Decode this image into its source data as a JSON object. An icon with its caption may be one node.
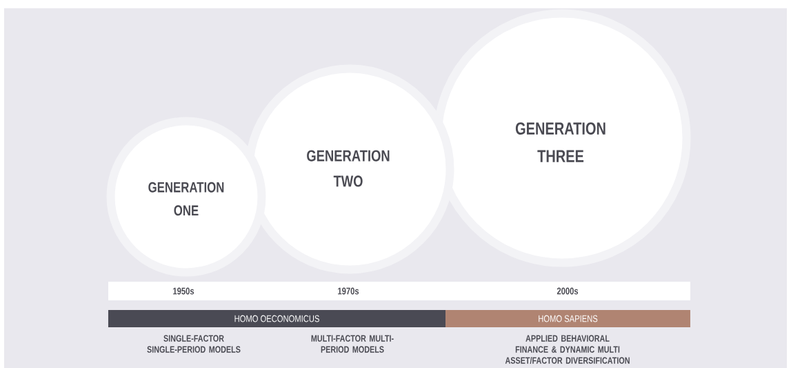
{
  "diagram": {
    "nodes": [
      {
        "text": [
          "GENERATION ONE"
        ]
      },
      {
        "text": [
          "GENERATION TWO"
        ]
      },
      {
        "text": [
          "GENERATION THREE"
        ]
      },
      {
        "text": [
          "1950s",
          "1970s",
          "2000s"
        ]
      },
      {
        "text": [
          "HOMO OECONOMICUS"
        ]
      },
      {
        "text": [
          "HOMO SAPIENS"
        ]
      }
    ],
    "labels": [
      "SINGLE-FACTOR SINGLE-PERIOD MODELS",
      "MULTI-FACTOR MULTI-PERIOD MODELS",
      "APPLIED BEHAVIORAL FINANCE & DYNAMIC MULTI ASSET/FACTOR DIVERSIFICATION"
    ]
  }
}
